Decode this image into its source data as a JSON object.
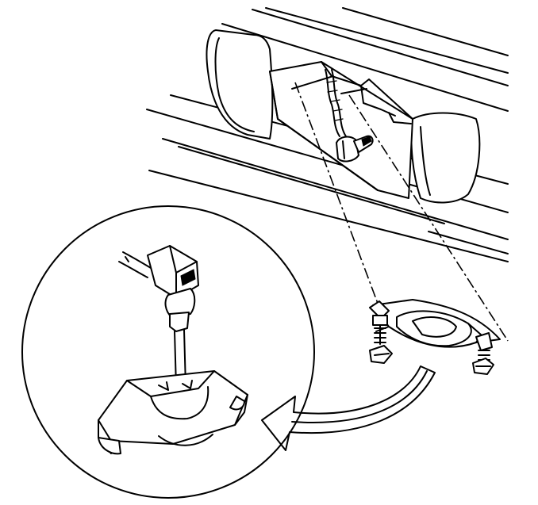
{
  "figure": {
    "type": "technical-line-illustration",
    "subject": "license-plate-lamp-bulb-removal",
    "colors": {
      "ink": "#000000",
      "paper": "#ffffff"
    },
    "parts": [
      "rear-fascia",
      "lamp-recess",
      "wiring-harness",
      "bulb-socket",
      "lamp-housing",
      "mounting-screw-left",
      "mounting-screw-right",
      "detail-inset",
      "direction-arrow"
    ]
  }
}
